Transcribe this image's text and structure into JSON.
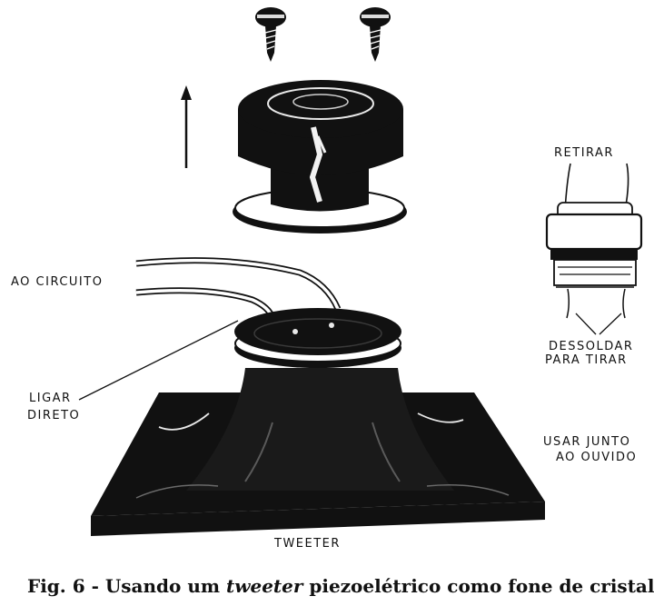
{
  "labels": {
    "retirar": "RETIRAR",
    "ao_circuito": "AO CIRCUITO",
    "ligar_direto_1": "LIGAR",
    "ligar_direto_2": "DIRETO",
    "dessoldar_1": "DESSOLDAR",
    "dessoldar_2": "PARA TIRAR",
    "usar_junto_1": "USAR JUNTO",
    "usar_junto_2": "AO OUVIDO",
    "tweeter": "TWEETER"
  },
  "caption": {
    "prefix": "Fig. 6 - Usando um ",
    "emphasis": "tweeter",
    "suffix": " piezoelétrico como fone de cristal."
  },
  "colors": {
    "ink": "#111111",
    "paper": "#ffffff",
    "highlight": "#e8e8e8"
  }
}
